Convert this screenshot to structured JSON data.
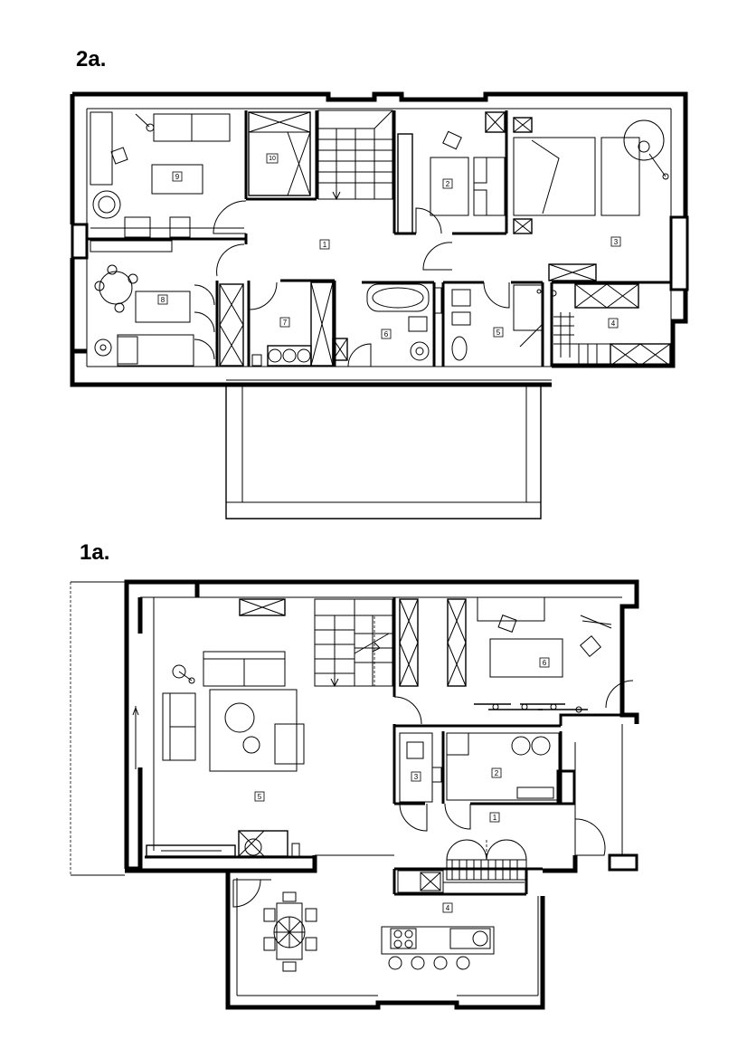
{
  "plans": {
    "upper": {
      "title": "2a.",
      "rooms": [
        {
          "id": "1"
        },
        {
          "id": "2"
        },
        {
          "id": "3"
        },
        {
          "id": "4"
        },
        {
          "id": "5"
        },
        {
          "id": "6"
        },
        {
          "id": "7"
        },
        {
          "id": "8"
        },
        {
          "id": "9"
        },
        {
          "id": "10"
        }
      ]
    },
    "lower": {
      "title": "1a.",
      "rooms": [
        {
          "id": "1"
        },
        {
          "id": "2"
        },
        {
          "id": "3"
        },
        {
          "id": "4"
        },
        {
          "id": "5"
        },
        {
          "id": "6"
        }
      ]
    }
  },
  "colors": {
    "line": "#000000",
    "paper": "#ffffff",
    "balustrade": "#999999"
  }
}
